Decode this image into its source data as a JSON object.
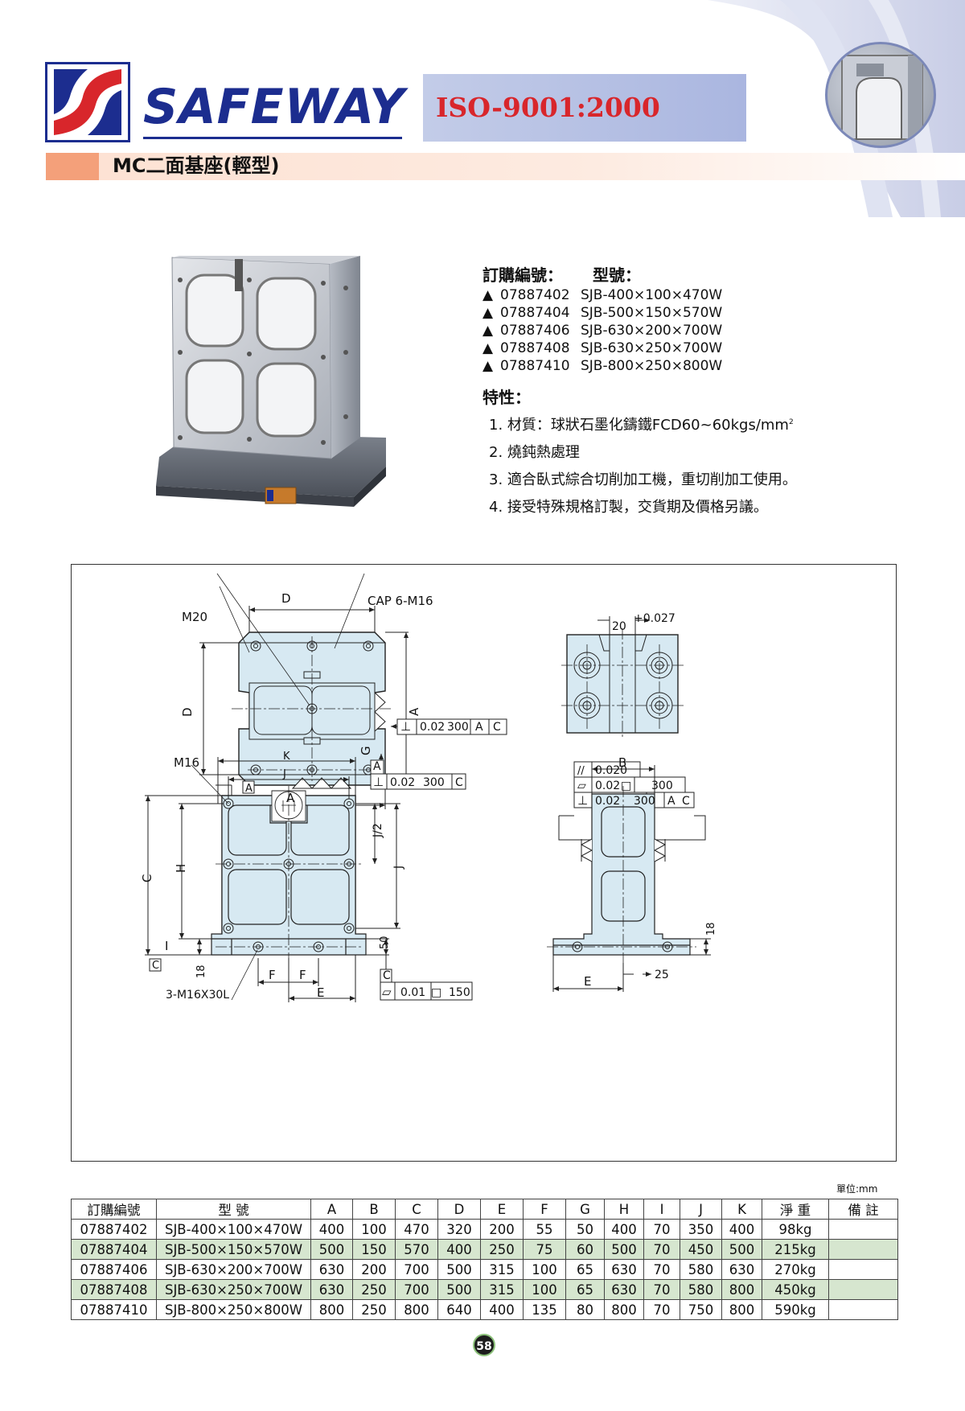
{
  "header": {
    "brand": "SAFEWAY",
    "iso": "ISO-9001:2000",
    "title": "MC二面基座(輕型)",
    "colors": {
      "brand_blue": "#1c2d8f",
      "logo_red": "#d8262b",
      "iso_red": "#d8262b",
      "title_accent": "#f4a07a"
    }
  },
  "info": {
    "order_no_label": "訂購編號：",
    "model_label": "型號：",
    "items": [
      {
        "marker": "▲",
        "code": "07887402",
        "model": "SJB-400×100×470W"
      },
      {
        "marker": "▲",
        "code": "07887404",
        "model": "SJB-500×150×570W"
      },
      {
        "marker": "▲",
        "code": "07887406",
        "model": "SJB-630×200×700W"
      },
      {
        "marker": "▲",
        "code": "07887408",
        "model": "SJB-630×250×700W"
      },
      {
        "marker": "▲",
        "code": "07887410",
        "model": "SJB-800×250×800W"
      }
    ],
    "features_label": "特性：",
    "features": [
      {
        "num": "1.",
        "text": "材質：球狀石墨化鑄鐵FCD60~60kgs/mm",
        "sup": "2"
      },
      {
        "num": "2.",
        "text": "燒鈍熱處理",
        "sup": ""
      },
      {
        "num": "3.",
        "text": "適合臥式綜合切削加工機，重切削加工使用。",
        "sup": ""
      },
      {
        "num": "4.",
        "text": "接受特殊規格訂製，交貨期及價格另議。",
        "sup": ""
      }
    ]
  },
  "drawing": {
    "label_D": "D",
    "label_A": "A",
    "label_B": "B",
    "label_C": "C",
    "label_E": "E",
    "label_F": "F",
    "label_G": "G",
    "label_H": "H",
    "label_I": "I",
    "label_J": "J",
    "label_J2": "J/2",
    "label_K": "K",
    "m20": "M20",
    "m16": "M16",
    "cap": "CAP 6-M16",
    "m16x30": "3-M16X30L",
    "dim_20": "20",
    "tol_027": "+0.027",
    "dim_18": "18",
    "dim_50": "50",
    "dim_25": "25",
    "tol_perp": "⊥",
    "tol_002": "0.02",
    "tol_300": "300",
    "tol_ac_a": "A",
    "tol_ac_c": "C",
    "tol_par": "//",
    "tol_0020": "0.020",
    "tol_flat": "▱",
    "tol_sq": "□",
    "tol_001": "0.01",
    "tol_150": "150"
  },
  "unit": "單位:mm",
  "table": {
    "headers": [
      "訂購編號",
      "型 號",
      "A",
      "B",
      "C",
      "D",
      "E",
      "F",
      "G",
      "H",
      "I",
      "J",
      "K",
      "淨 重",
      "備 註"
    ],
    "rows": [
      [
        "07887402",
        "SJB-400×100×470W",
        "400",
        "100",
        "470",
        "320",
        "200",
        "55",
        "50",
        "400",
        "70",
        "350",
        "400",
        "98kg",
        ""
      ],
      [
        "07887404",
        "SJB-500×150×570W",
        "500",
        "150",
        "570",
        "400",
        "250",
        "75",
        "60",
        "500",
        "70",
        "450",
        "500",
        "215kg",
        ""
      ],
      [
        "07887406",
        "SJB-630×200×700W",
        "630",
        "200",
        "700",
        "500",
        "315",
        "100",
        "65",
        "630",
        "70",
        "580",
        "630",
        "270kg",
        ""
      ],
      [
        "07887408",
        "SJB-630×250×700W",
        "630",
        "250",
        "700",
        "500",
        "315",
        "100",
        "65",
        "630",
        "70",
        "580",
        "800",
        "450kg",
        ""
      ],
      [
        "07887410",
        "SJB-800×250×800W",
        "800",
        "250",
        "800",
        "640",
        "400",
        "135",
        "80",
        "800",
        "70",
        "750",
        "800",
        "590kg",
        ""
      ]
    ],
    "alt_color": "#d6e6cf"
  },
  "page_number": "58"
}
